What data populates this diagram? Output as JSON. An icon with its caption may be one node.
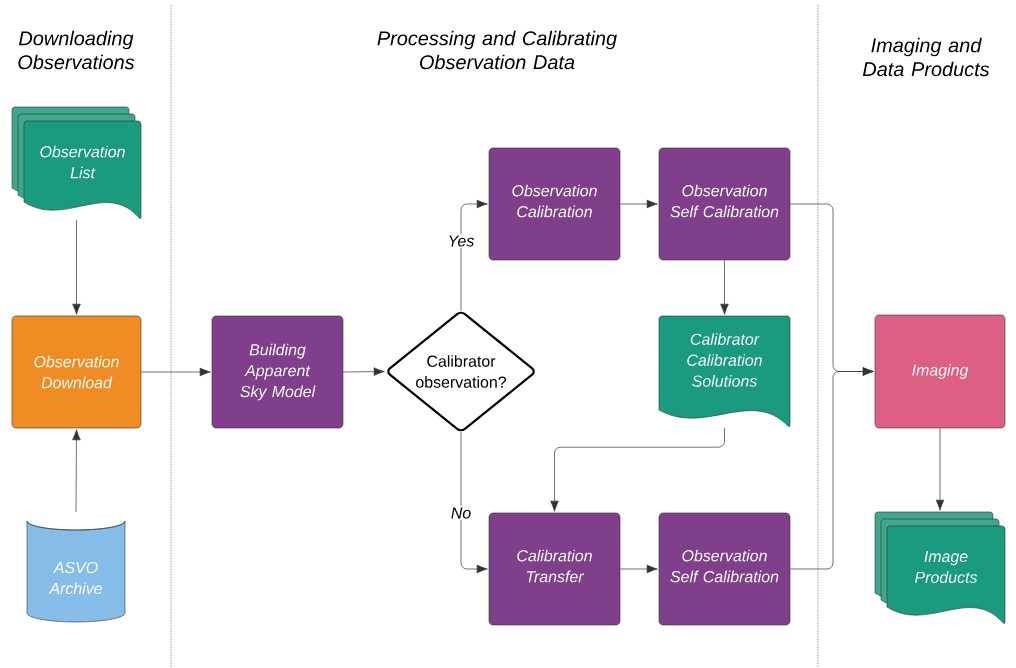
{
  "diagram": {
    "nodes": [
      {
        "text": [
          "Observation List"
        ]
      },
      {
        "text": [
          "Observation Download"
        ]
      },
      {
        "text": [
          "ASVO Archive"
        ]
      },
      {
        "text": [
          "Building Apparent Sky Model"
        ]
      },
      {
        "text": [
          "Calibrator observation?"
        ]
      },
      {
        "text": [
          "Observation Calibration"
        ]
      },
      {
        "text": [
          "Observation Self Calibration"
        ]
      },
      {
        "text": [
          "Calibrator Calibration Solutions"
        ]
      },
      {
        "text": [
          "Calibration Transfer"
        ]
      },
      {
        "text": [
          "Observation Self Calibration"
        ]
      },
      {
        "text": [
          "Imaging"
        ]
      },
      {
        "text": [
          "Image Products"
        ]
      }
    ],
    "edges": [
      {
        "from": 0,
        "to": 1,
        "arrow": "to"
      },
      {
        "from": 2,
        "to": 1,
        "arrow": "to"
      },
      {
        "from": 1,
        "to": 3,
        "arrow": "to"
      },
      {
        "from": 3,
        "to": 4,
        "arrow": "to"
      },
      {
        "from": 4,
        "to": 5,
        "arrow": "to",
        "label": "Yes"
      },
      {
        "from": 4,
        "to": 8,
        "arrow": "to",
        "label": "No"
      },
      {
        "from": 5,
        "to": 6,
        "arrow": "to"
      },
      {
        "from": 6,
        "to": 7,
        "arrow": "to"
      },
      {
        "from": 7,
        "to": 8,
        "arrow": "to"
      },
      {
        "from": 8,
        "to": 9,
        "arrow": "to"
      },
      {
        "from": 6,
        "to": 10,
        "arrow": "to"
      },
      {
        "from": 9,
        "to": 10,
        "arrow": "to"
      },
      {
        "from": 10,
        "to": 11,
        "arrow": "to"
      }
    ],
    "labels": [
      "Downloading Observations",
      "Processing and Calibrating Observation Data",
      "Imaging and Data Products"
    ]
  }
}
